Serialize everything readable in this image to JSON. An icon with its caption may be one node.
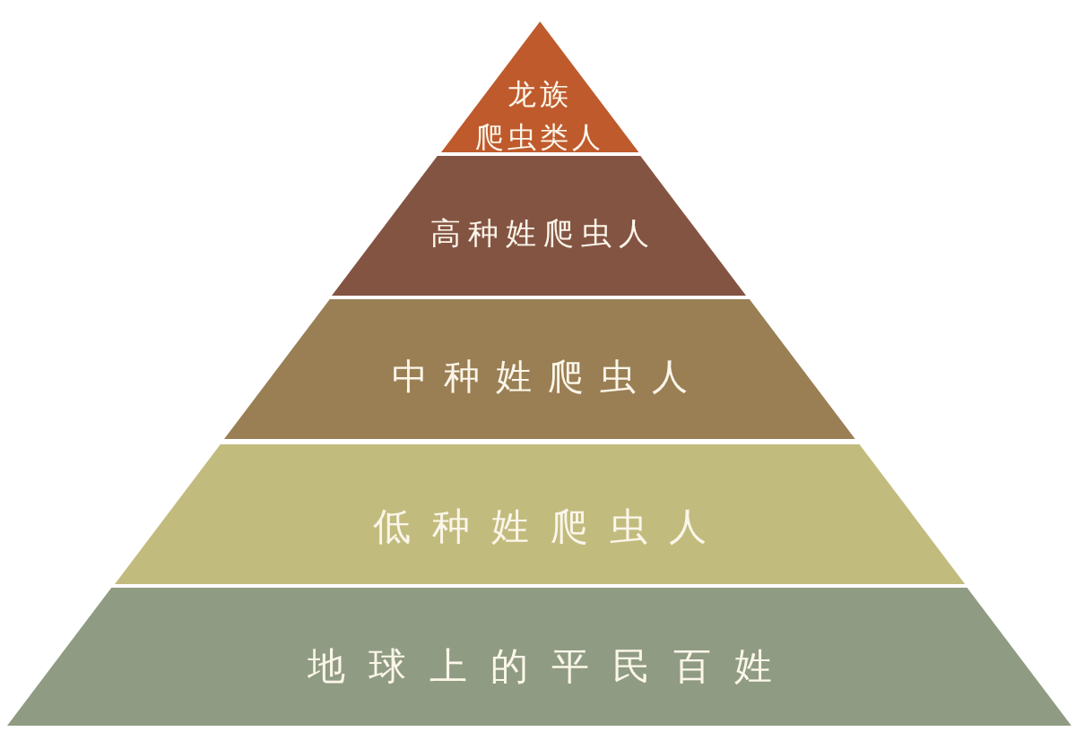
{
  "diagram": {
    "nodes": [
      {
        "text": [
          "龙族爬虫类人"
        ]
      },
      {
        "text": [
          "高种姓爬虫人"
        ]
      },
      {
        "text": [
          "中种姓爬虫人"
        ]
      },
      {
        "text": [
          "低种姓爬虫人"
        ]
      },
      {
        "text": [
          "地球上的平民百姓"
        ]
      }
    ]
  }
}
